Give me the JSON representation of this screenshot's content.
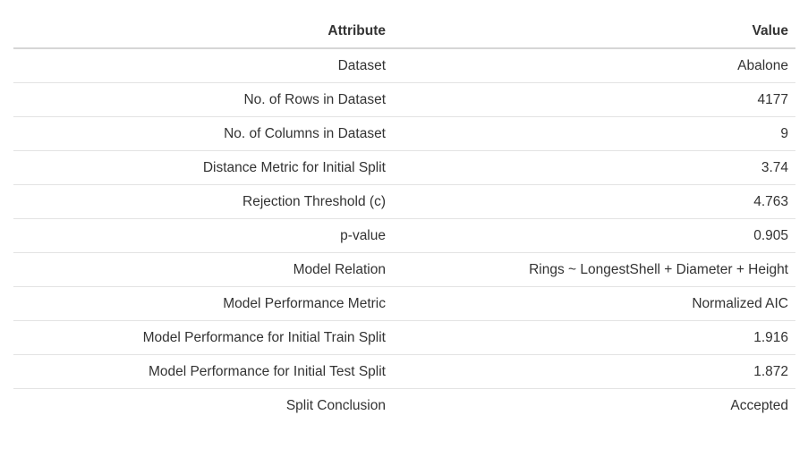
{
  "chart_data": {
    "type": "table",
    "title": "",
    "columns": [
      "Attribute",
      "Value"
    ],
    "rows": [
      [
        "Dataset",
        "Abalone"
      ],
      [
        "No. of Rows in Dataset",
        "4177"
      ],
      [
        "No. of Columns in Dataset",
        "9"
      ],
      [
        "Distance Metric for Initial Split",
        "3.74"
      ],
      [
        "Rejection Threshold (c)",
        "4.763"
      ],
      [
        "p-value",
        "0.905"
      ],
      [
        "Model Relation",
        "Rings ~ LongestShell + Diameter + Height"
      ],
      [
        "Model Performance Metric",
        "Normalized AIC"
      ],
      [
        "Model Performance for Initial Train Split",
        "1.916"
      ],
      [
        "Model Performance for Initial Test Split",
        "1.872"
      ],
      [
        "Split Conclusion",
        "Accepted"
      ]
    ],
    "layout_hints": {
      "column_alignment": [
        "right",
        "right"
      ],
      "header_rule": "2px solid",
      "row_rule": "1px solid",
      "last_row_rule": "none"
    }
  },
  "table": {
    "colors": {
      "text": "#333333",
      "header_border": "#d6d6d6",
      "row_border": "#e3e3e3",
      "background": "#ffffff"
    }
  }
}
